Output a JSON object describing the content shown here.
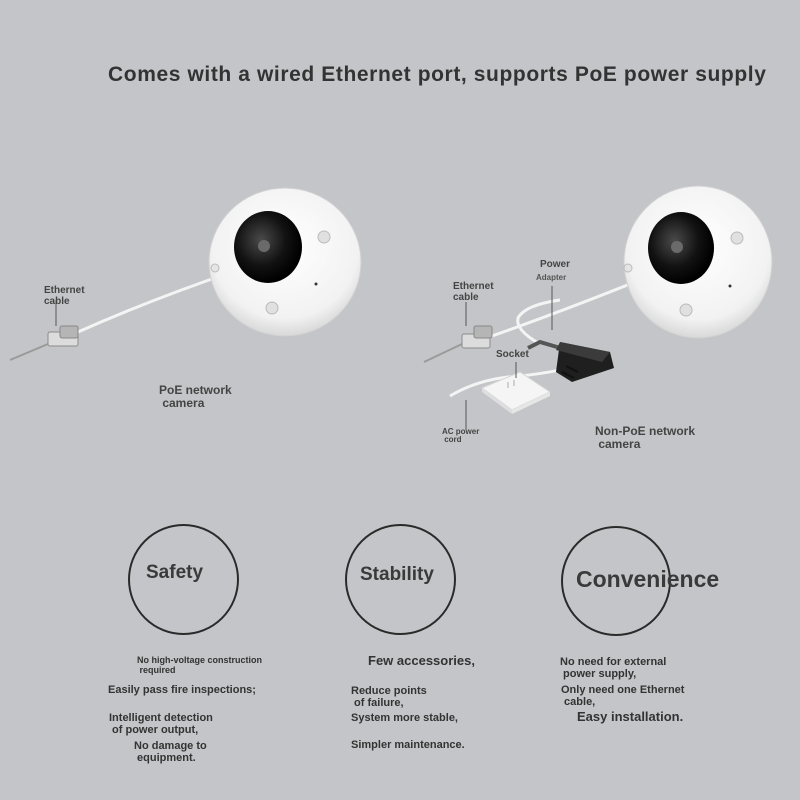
{
  "title": "Comes with a wired Ethernet port, supports PoE power supply",
  "left_scene": {
    "ethernet_label": "Ethernet\ncable",
    "camera_label": "PoE network\n camera"
  },
  "right_scene": {
    "power_label": "Power",
    "adapter_label": "Adapter",
    "ethernet_label": "Ethernet\ncable",
    "socket_label": "Socket",
    "ac_cord_label": "AC power\n cord",
    "camera_label": "Non-PoE network\n camera"
  },
  "features": [
    {
      "title": "Safety",
      "points": [
        "No high-voltage construction\n required",
        "Easily pass fire inspections;",
        "Intelligent detection\n of power output,",
        "No damage to\n equipment."
      ]
    },
    {
      "title": "Stability",
      "points": [
        "Few accessories,",
        "Reduce points\n of failure,",
        "System more stable,",
        "Simpler maintenance."
      ]
    },
    {
      "title": "Convenience",
      "points": [
        "No need for external\n power supply,",
        "Only need one Ethernet\n cable,",
        "Easy installation."
      ]
    }
  ]
}
